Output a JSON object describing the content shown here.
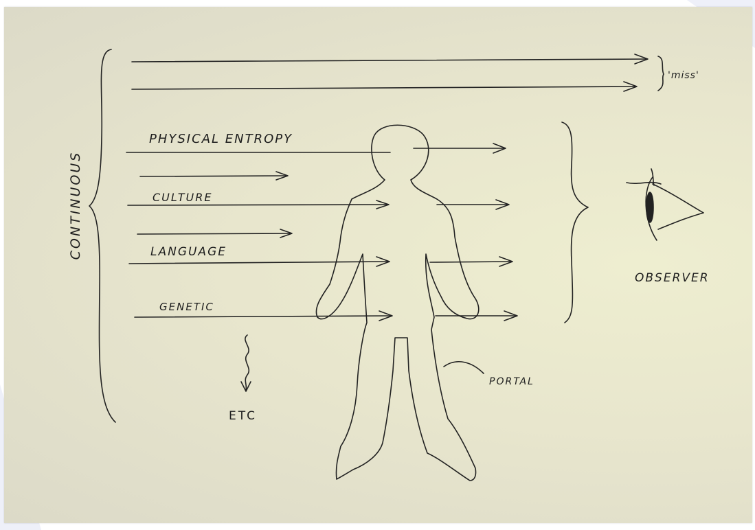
{
  "labels": {
    "physical_entropy": "PHYSICAL ENTROPY",
    "culture": "CULTURE",
    "language": "LANGUAGE",
    "genetic": "GENETIC",
    "etc": "ETC",
    "portal": "PORTAL",
    "observer": "OBSERVER",
    "miss": "'miss'",
    "continuous": "CONTINUOUS"
  }
}
